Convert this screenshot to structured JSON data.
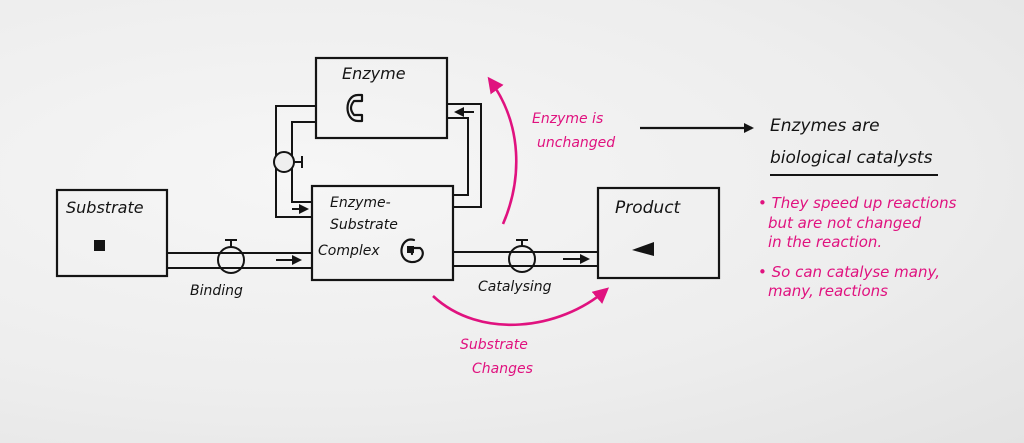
{
  "boxes": {
    "enzyme": "Enzyme",
    "substrate": "Substrate",
    "complex_line1": "Enzyme-",
    "complex_line2": "Substrate",
    "complex_line3": "Complex",
    "product": "Product"
  },
  "pipes": {
    "binding": "Binding",
    "catalysing": "Catalysing"
  },
  "annotations": {
    "unchanged_line1": "Enzyme is",
    "unchanged_line2": "unchanged",
    "changes_line1": "Substrate",
    "changes_line2": "Changes"
  },
  "conclusion": {
    "line1": "Enzymes are",
    "line2": "biological catalysts"
  },
  "notes": {
    "point1_line1": "• They speed up reactions",
    "point1_line2": "but are not changed",
    "point1_line3": "in the reaction.",
    "point2_line1": "• So can catalyse many,",
    "point2_line2": "many, reactions"
  },
  "colors": {
    "ink": "#141414",
    "accent": "#e0127f",
    "paper": "#efefef"
  }
}
